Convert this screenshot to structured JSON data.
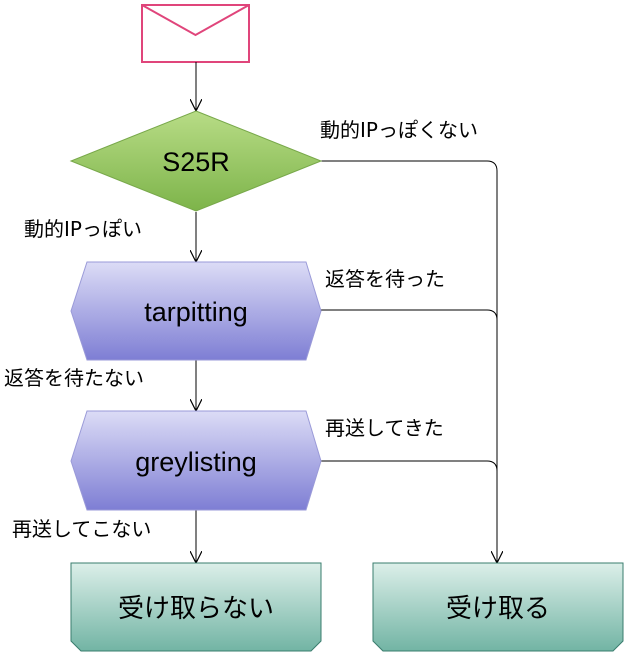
{
  "diagram": {
    "nodes": {
      "start": {
        "icon": "envelope-icon"
      },
      "s25r": {
        "label": "S25R"
      },
      "tarpitting": {
        "label": "tarpitting"
      },
      "greylisting": {
        "label": "greylisting"
      },
      "reject": {
        "label": "受け取らない"
      },
      "accept": {
        "label": "受け取る"
      }
    },
    "edges": {
      "s25r_yes": "動的IPっぽい",
      "s25r_no": "動的IPっぽくない",
      "tarpit_answered": "返答を待った",
      "tarpit_not_answered": "返答を待たない",
      "grey_resent": "再送してきた",
      "grey_not_resent": "再送してこない"
    }
  },
  "colors": {
    "envelope_stroke": "#e0457b",
    "diamond_fill_top": "#b8dc86",
    "diamond_fill_bottom": "#7db44a",
    "hex_fill_top": "#dcdcf6",
    "hex_fill_bottom": "#7e7ed4",
    "result_fill_top": "#dcefe9",
    "result_fill_bottom": "#72b4a4",
    "result_stroke": "#3a7d6e"
  }
}
